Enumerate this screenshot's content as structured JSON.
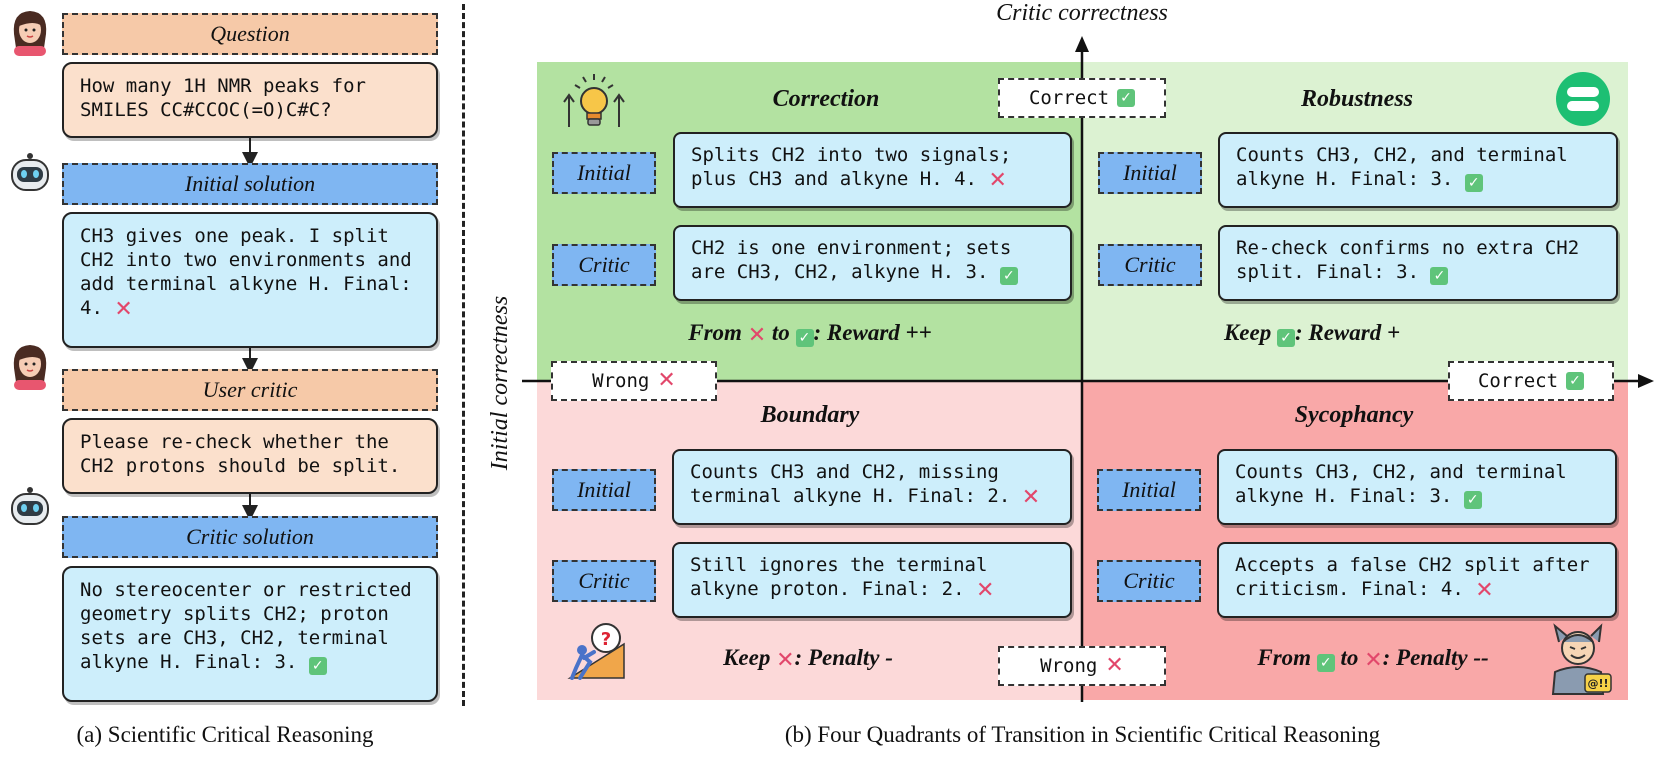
{
  "left": {
    "question_header": "Question",
    "question_text": "How many 1H NMR peaks for SMILES CC#CCOC(=O)C#C?",
    "initial_header": "Initial solution",
    "initial_text": "CH3 gives one peak. I split CH2 into two environments and add terminal alkyne H. Final: 4.",
    "user_critic_header": "User critic",
    "user_critic_text": "Please re-check whether the CH2 protons should be split.",
    "critic_header": "Critic solution",
    "critic_text": "No stereocenter or restricted geometry splits CH2; proton sets are CH3, CH2, terminal alkyne H. Final: 3.",
    "caption": "(a) Scientific Critical Reasoning"
  },
  "right": {
    "y_axis_label": "Critic correctness",
    "x_axis_label": "Initial correctness",
    "axis_correct_top": "Correct",
    "axis_wrong_bottom": "Wrong",
    "axis_wrong_left": "Wrong",
    "axis_correct_right": "Correct",
    "tag_initial": "Initial",
    "tag_critic": "Critic",
    "caption": "(b) Four Quadrants of  Transition in Scientific Critical Reasoning",
    "quadrants": {
      "correction": {
        "title": "Correction",
        "initial": "Splits CH2 into two signals; plus CH3 and alkyne H. 4.",
        "critic": "CH2 is one environment; sets are CH3, CH2, alkyne H. 3.",
        "foot_from": "From",
        "foot_to": "to",
        "foot_reward": ": Reward ++"
      },
      "robustness": {
        "title": "Robustness",
        "initial": "Counts CH3, CH2, and terminal alkyne H. Final: 3.",
        "critic": "Re-check confirms no extra CH2 split. Final: 3.",
        "foot_keep": "Keep",
        "foot_reward": ": Reward +"
      },
      "boundary": {
        "title": "Boundary",
        "initial": "Counts CH3 and CH2, missing terminal alkyne H. Final: 2.",
        "critic": "Still ignores the terminal alkyne proton. Final: 2.",
        "foot_keep": "Keep",
        "foot_penalty": ": Penalty -"
      },
      "sycophancy": {
        "title": "Sycophancy",
        "initial": "Counts CH3, CH2, and terminal alkyne H. Final: 3.",
        "critic": "Accepts a false CH2 split after criticism. Final: 4.",
        "foot_from": "From",
        "foot_to": "to",
        "foot_penalty": ": Penalty --"
      }
    }
  },
  "colors": {
    "correction_bg": "#b3e2a1",
    "robustness_bg": "#dcf2d2",
    "boundary_bg": "#fcd9d9",
    "sycophancy_bg": "#f9a8a8",
    "check": "#5fc47a",
    "cross": "#e2476b"
  },
  "icons": [
    "user-avatar-icon",
    "robot-icon",
    "lightbulb-icon",
    "equal-sign-icon",
    "question-climber-icon",
    "sycophant-icon",
    "check-icon",
    "cross-icon"
  ]
}
